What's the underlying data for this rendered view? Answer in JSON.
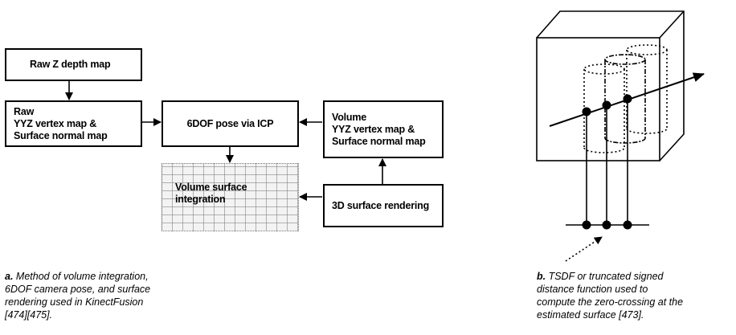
{
  "flow": {
    "raw_z": "Raw Z depth map",
    "raw_vertex": {
      "l1": "Raw",
      "l2": "YYZ vertex map &",
      "l3": "Surface normal map"
    },
    "icp": "6DOF pose via ICP",
    "volume_vertex": {
      "l1": "Volume",
      "l2": "YYZ vertex map &",
      "l3": "Surface normal map"
    },
    "integration": {
      "l1": "Volume surface",
      "l2": "integration"
    },
    "rendering": "3D surface rendering"
  },
  "caption_a": {
    "letter": "a.",
    "text_line1": " Method of volume integration,",
    "line2": "6DOF camera pose, and surface",
    "line3": "rendering used in KinectFusion",
    "line4": "[474][475]."
  },
  "caption_b": {
    "letter": "b.",
    "text_line1": " TSDF or truncated signed",
    "line2": "distance function used to",
    "line3": "compute the zero-crossing at the",
    "line4": "estimated surface [473]."
  }
}
